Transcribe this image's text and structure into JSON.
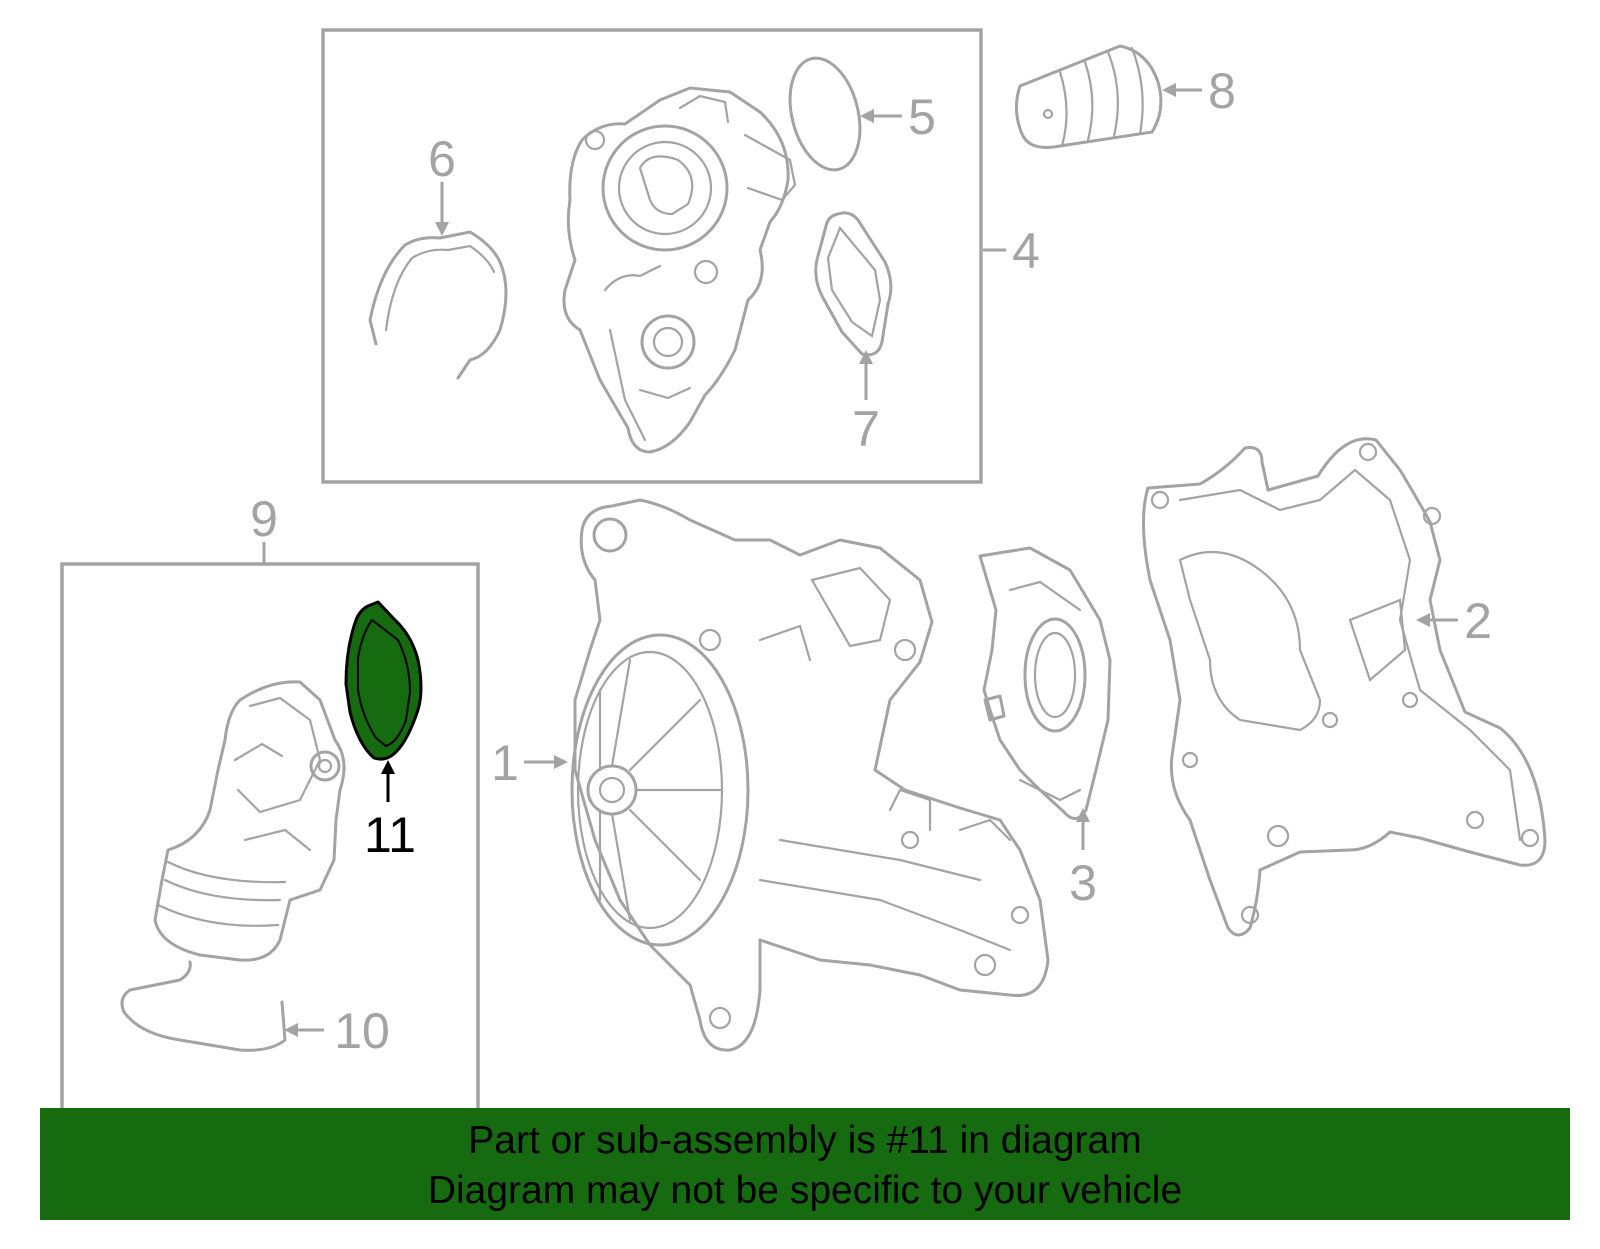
{
  "diagram": {
    "callouts": {
      "c1": "1",
      "c2": "2",
      "c3": "3",
      "c4": "4",
      "c5": "5",
      "c6": "6",
      "c7": "7",
      "c8": "8",
      "c9": "9",
      "c10": "10",
      "c11": "11"
    },
    "highlight_part": "11",
    "colors": {
      "line_art": "#a3a3a3",
      "highlight_fill": "#166b10",
      "banner_bg": "#166b10",
      "text": "#000000",
      "background": "#ffffff"
    }
  },
  "banner": {
    "line1": "Part or sub-assembly is #11 in diagram",
    "line2": "Diagram may not be specific to your vehicle"
  }
}
